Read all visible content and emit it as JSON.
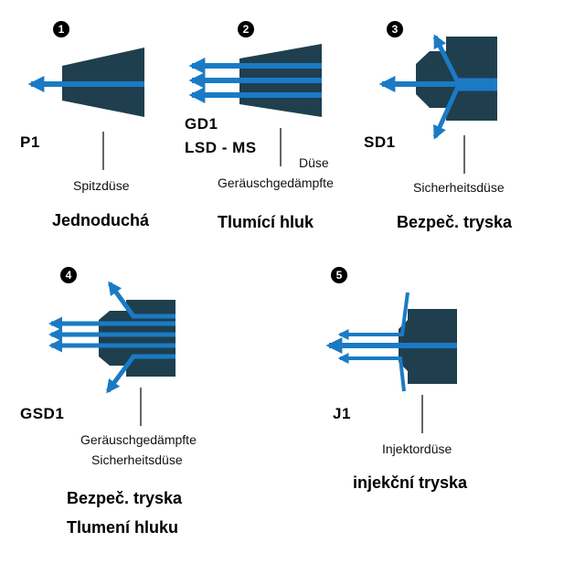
{
  "nozzles": [
    {
      "number": "1",
      "code": "P1",
      "code2": "",
      "de": "Spitzdüse",
      "de2": "",
      "cz": "Jednoduchá",
      "cz2": ""
    },
    {
      "number": "2",
      "code": "GD1",
      "code2": "LSD  - MS",
      "de": "Düse",
      "de2": "Geräuschgedämpfte",
      "cz": "Tlumící hluk",
      "cz2": ""
    },
    {
      "number": "3",
      "code": "SD1",
      "code2": "",
      "de": "Sicherheitsdüse",
      "de2": "",
      "cz": "Bezpeč. tryska",
      "cz2": ""
    },
    {
      "number": "4",
      "code": "GSD1",
      "code2": "",
      "de": "Geräuschgedämpfte",
      "de2": "Sicherheitsdüse",
      "cz": "Bezpeč. tryska",
      "cz2": "Tlumení hluku"
    },
    {
      "number": "5",
      "code": "J1",
      "code2": "",
      "de": "Injektordüse",
      "de2": "",
      "cz": "injekční tryska",
      "cz2": ""
    }
  ],
  "colors": {
    "nozzle_body": "#1f3f4f",
    "airflow": "#1a7bc4",
    "leader": "#000000"
  }
}
